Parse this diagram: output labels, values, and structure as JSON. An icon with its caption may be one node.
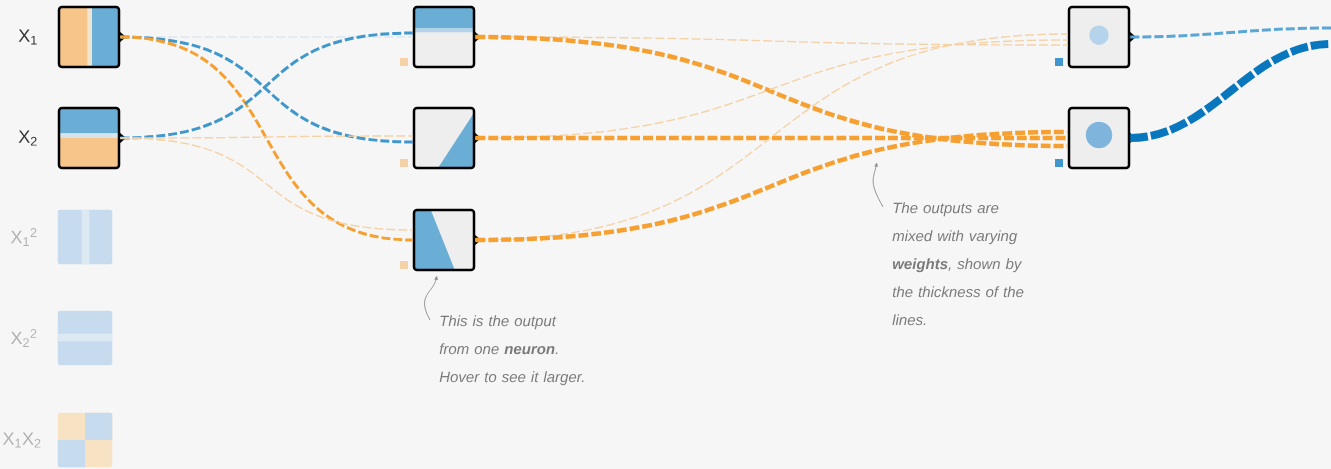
{
  "diagram": {
    "nodes": [
      {
        "text": [],
        "shape": "box",
        "beside": [
          "X$_{1}$"
        ]
      },
      {
        "text": [],
        "shape": "box",
        "beside": [
          "X$_{2}$"
        ]
      },
      {
        "text": [],
        "shape": "box",
        "beside": [
          "X$_{1}$$^{2}$"
        ]
      },
      {
        "text": [],
        "shape": "box",
        "beside": [
          "X$_{2}$$^{2}$"
        ]
      },
      {
        "text": [],
        "shape": "box",
        "beside": [
          "X$_{1}$X$_{2}$"
        ]
      },
      {
        "text": [],
        "shape": "box"
      },
      {
        "text": [],
        "shape": "box"
      },
      {
        "text": [],
        "shape": "box"
      },
      {
        "text": [],
        "shape": "box"
      },
      {
        "text": [],
        "shape": "box"
      },
      {
        "text": [
          "This is the output from one **neuron**. Hover to see it larger."
        ]
      },
      {
        "text": [
          "The outputs are mixed with varying **weights**, shown by the thickness of the lines."
        ]
      }
    ],
    "edges": [
      {
        "from": 0,
        "to": 5,
        "arrow": "none",
        "style": "dashed",
        "color": "#dbe7ef"
      },
      {
        "from": 0,
        "to": 6,
        "arrow": "none",
        "style": "dashed",
        "color": "#3f97cc"
      },
      {
        "from": 0,
        "to": 7,
        "arrow": "none",
        "style": "dashed",
        "color": "#f5a030"
      },
      {
        "from": 1,
        "to": 5,
        "arrow": "none",
        "style": "dashed",
        "color": "#3f97cc"
      },
      {
        "from": 1,
        "to": 6,
        "arrow": "none",
        "style": "dashed",
        "color": "#f5d2a6"
      },
      {
        "from": 1,
        "to": 7,
        "arrow": "none",
        "style": "dashed",
        "color": "#f5d2a6"
      },
      {
        "from": 5,
        "to": 8,
        "arrow": "none",
        "style": "dashed",
        "color": "#f5d2a6"
      },
      {
        "from": 5,
        "to": 9,
        "arrow": "none",
        "style": "dashed",
        "color": "#f5a030"
      },
      {
        "from": 6,
        "to": 8,
        "arrow": "none",
        "style": "dashed",
        "color": "#f5d2a6"
      },
      {
        "from": 6,
        "to": 9,
        "arrow": "none",
        "style": "dashed",
        "color": "#f5a030"
      },
      {
        "from": 7,
        "to": 8,
        "arrow": "none",
        "style": "dashed",
        "color": "#f5d2a6"
      },
      {
        "from": 7,
        "to": 9,
        "arrow": "none",
        "style": "dashed",
        "color": "#f5a030"
      },
      {
        "from": 8,
        "to": null,
        "arrow": "none",
        "style": "dashed",
        "color": "#5aa6d6"
      },
      {
        "from": 9,
        "to": null,
        "arrow": "none",
        "style": "dashed",
        "color": "#0877bd"
      },
      {
        "from": 10,
        "to": 7,
        "arrow": "to",
        "color": "#8a8a8a"
      },
      {
        "from": 11,
        "to": null,
        "arrow": "to",
        "color": "#8a8a8a"
      }
    ]
  }
}
